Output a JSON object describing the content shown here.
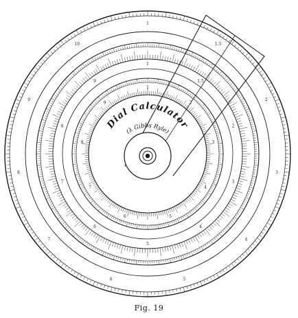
{
  "figure": {
    "title": "Dial Calculator",
    "subtitle": "(λ Gibbs Ryle)",
    "caption": "Fig. 19"
  },
  "scales": [
    {
      "name": "outer-numbers",
      "labels": [
        "1",
        "1.5",
        "2",
        "3",
        "4",
        "5",
        "6",
        "7",
        "8",
        "9",
        "10"
      ]
    },
    {
      "name": "middle-numbers",
      "labels": [
        "1",
        "1.5",
        "2",
        "3",
        "4",
        "5",
        "6",
        "7",
        "8",
        "9"
      ]
    },
    {
      "name": "inner-numbers",
      "labels": [
        "1",
        "2",
        "3",
        "4",
        "5",
        "6",
        "7",
        "8",
        "9"
      ]
    }
  ]
}
